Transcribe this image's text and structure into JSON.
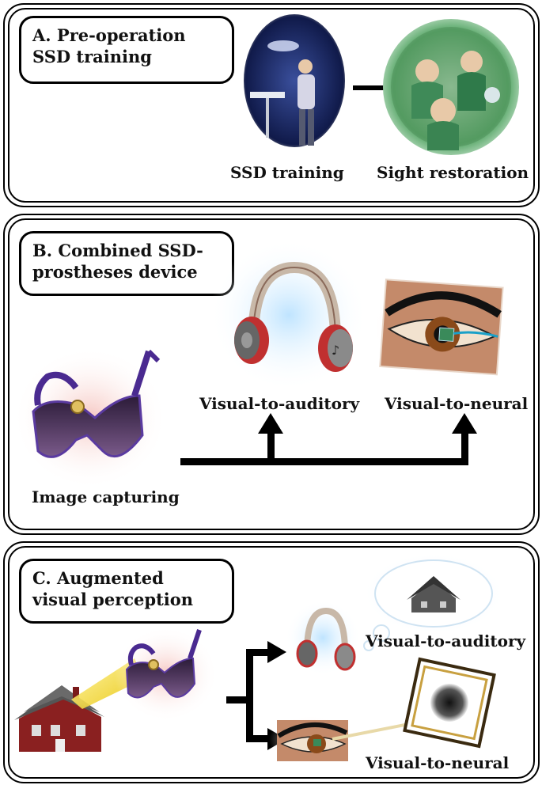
{
  "panel_a": {
    "title": "A. Pre-operation SSD training",
    "label_training": "SSD training",
    "label_restoration": "Sight restoration"
  },
  "panel_b": {
    "title": "B. Combined SSD-prostheses device",
    "label_capture": "Image capturing",
    "label_auditory": "Visual-to-auditory",
    "label_neural": "Visual-to-neural"
  },
  "panel_c": {
    "title": "C. Augmented visual perception",
    "label_auditory": "Visual-to-auditory",
    "label_neural": "Visual-to-neural"
  },
  "icons": [
    "ssd-training-person-icon",
    "surgery-team-icon",
    "glasses-icon",
    "headphones-icon",
    "eye-implant-icon",
    "house-icon",
    "thought-bubble-icon",
    "pixelated-image-icon"
  ]
}
